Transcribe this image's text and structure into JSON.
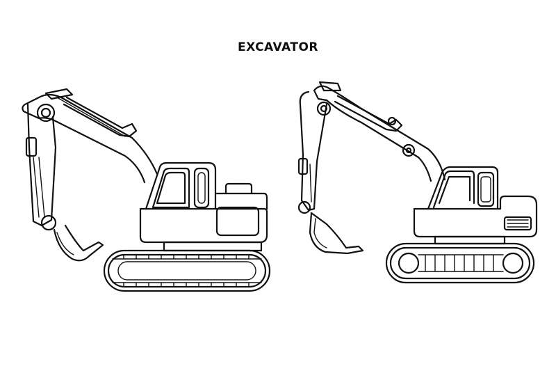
{
  "title": "EXCAVATOR",
  "ink_color": "#111111",
  "background_color": "#ffffff",
  "illustrations": [
    {
      "name": "excavator-left",
      "style": "line-art outline",
      "facing": "left"
    },
    {
      "name": "excavator-right",
      "style": "line-art outline",
      "facing": "left"
    }
  ]
}
